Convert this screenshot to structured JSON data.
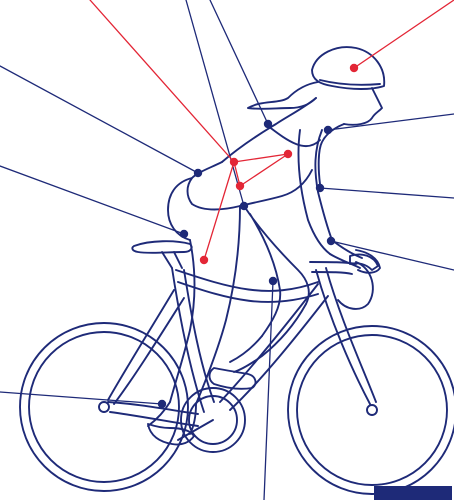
{
  "colors": {
    "background": "#ffffff",
    "outline": "#1e2a78",
    "leader_primary": "#1e2a78",
    "leader_secondary": "#e32636",
    "corner_block": "#1e2a78"
  },
  "annotation_points": [
    {
      "id": "helmet",
      "group": "secondary"
    },
    {
      "id": "neck",
      "group": "primary"
    },
    {
      "id": "shoulder",
      "group": "primary"
    },
    {
      "id": "elbow",
      "group": "primary"
    },
    {
      "id": "hand",
      "group": "primary"
    },
    {
      "id": "lower-back",
      "group": "primary"
    },
    {
      "id": "hip",
      "group": "primary"
    },
    {
      "id": "upper-thigh",
      "group": "primary"
    },
    {
      "id": "knee",
      "group": "primary"
    },
    {
      "id": "foot",
      "group": "primary"
    },
    {
      "id": "core-left",
      "group": "secondary"
    },
    {
      "id": "core-right",
      "group": "secondary"
    },
    {
      "id": "core-lower",
      "group": "secondary"
    },
    {
      "id": "glute",
      "group": "secondary"
    }
  ]
}
